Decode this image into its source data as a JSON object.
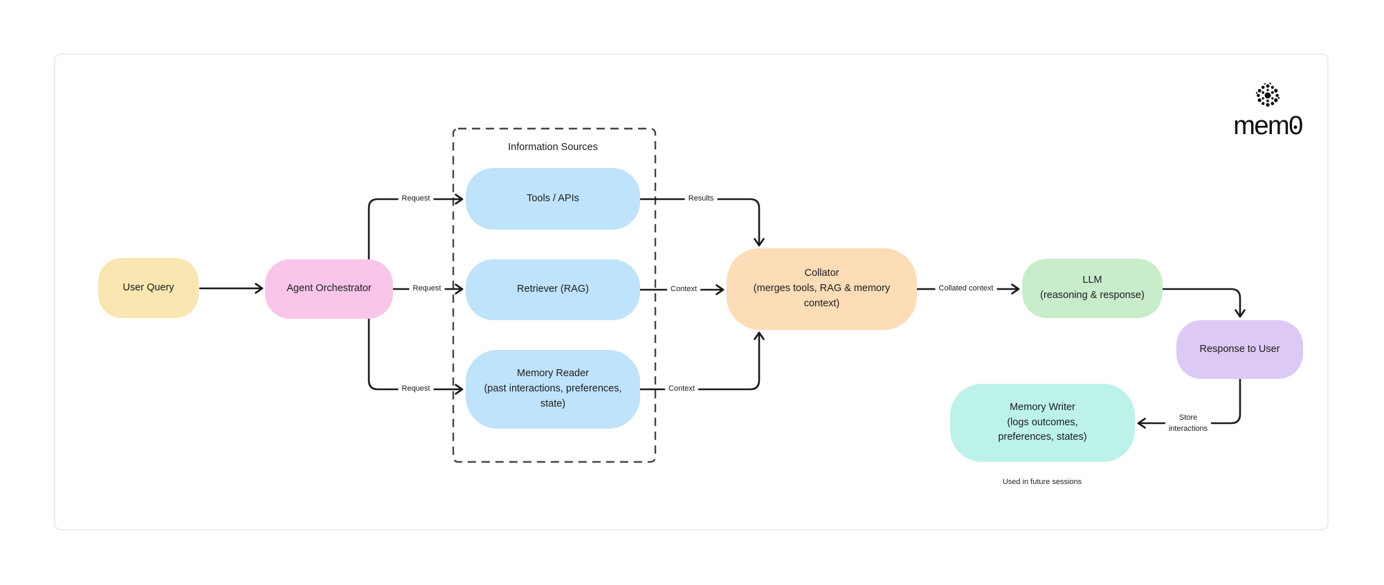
{
  "logo": {
    "mem": "mem",
    "zero": "0",
    "mark": "mem0-dots-mark",
    "color": "#0d0d0d"
  },
  "container_title": "Information Sources",
  "nodes": {
    "user_query": {
      "label": "User Query",
      "color": "#fae6b0"
    },
    "agent_orchestrator": {
      "label": "Agent Orchestrator",
      "color": "#f9c6ea"
    },
    "tools_apis": {
      "label": "Tools / APIs",
      "color": "#bee3fb"
    },
    "retriever_rag": {
      "label": "Retriever (RAG)",
      "color": "#bee3fb"
    },
    "memory_reader": {
      "label": "Memory Reader\n(past interactions, preferences,\nstate)",
      "color": "#bee3fb"
    },
    "collator": {
      "label": "Collator\n(merges tools, RAG & memory\ncontext)",
      "color": "#fcddb7"
    },
    "llm": {
      "label": "LLM\n(reasoning & response)",
      "color": "#c9edcb"
    },
    "response_to_user": {
      "label": "Response to User",
      "color": "#ddc9f6"
    },
    "memory_writer": {
      "label": "Memory Writer\n(logs outcomes,\npreferences, states)",
      "color": "#bdf2ea"
    }
  },
  "edge_labels": {
    "request_tools": "Request",
    "request_retriever": "Request",
    "request_memory": "Request",
    "results": "Results",
    "context_retriever": "Context",
    "context_memory": "Context",
    "collated_context": "Collated context",
    "store_interactions": "Store\ninteractions"
  },
  "caption": "Used in future sessions",
  "colors": {
    "arrow": "#1a1a1a",
    "dashed_border": "#454545",
    "card_border": "#ededed"
  }
}
